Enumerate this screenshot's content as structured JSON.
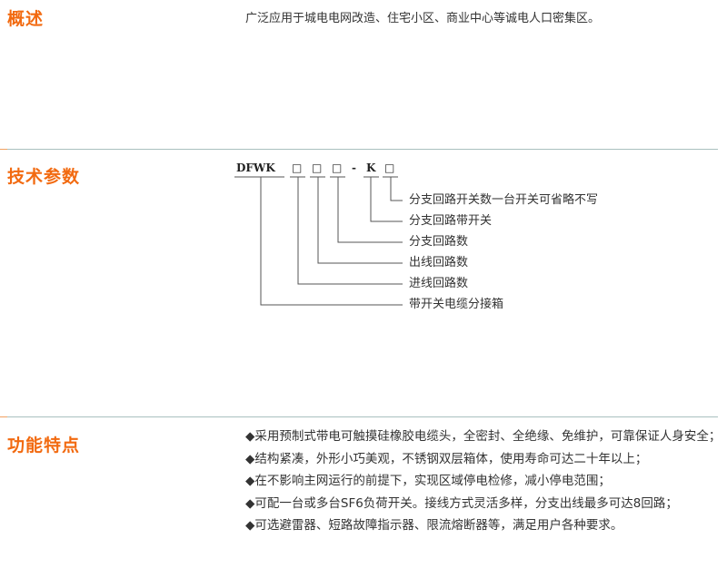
{
  "overview": {
    "title": "概述",
    "text": "广泛应用于城电电网改造、住宅小区、商业中心等诚电人口密集区。"
  },
  "tech": {
    "title": "技术参数",
    "model_prefix": "DFWK",
    "box_glyph": "□",
    "dash": "-",
    "k": "K",
    "labels": [
      "分支回路开关数一台开关可省略不写",
      "分支回路带开关",
      "分支回路数",
      "出线回路数",
      "进线回路数",
      "带开关电缆分接箱"
    ]
  },
  "features": {
    "title": "功能特点",
    "items": [
      "◆采用预制式带电可触摸硅橡胶电缆头，全密封、全绝缘、免维护，可靠保证人身安全；",
      "◆结构紧凑，外形小巧美观，不锈钢双层箱体，使用寿命可达二十年以上；",
      "◆在不影响主网运行的前提下，实现区域停电检修，减小停电范围；",
      "◆可配一台或多台SF6负荷开关。接线方式灵活多样，分支出线最多可达8回路；",
      "◆可选避雷器、短路故障指示器、限流熔断器等，满足用户各种要求。"
    ]
  },
  "colors": {
    "accent": "#f26a10",
    "divider": "#a9c0bf"
  }
}
